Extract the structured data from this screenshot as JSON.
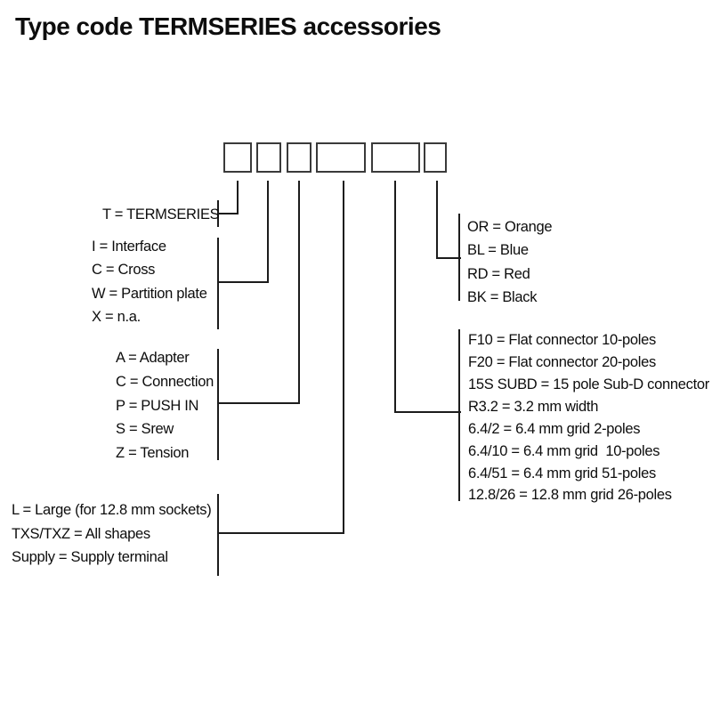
{
  "title": "Type code TERMSERIES accessories",
  "diagram": {
    "type": "type-code legend diagram",
    "code_positions": [
      "position-1",
      "position-2",
      "position-3",
      "position-4",
      "position-5",
      "position-6"
    ],
    "colors": {
      "background": "#ffffff",
      "text": "#0d0d0d",
      "line": "#1c1c1c",
      "box_border": "#3a3a3a"
    }
  },
  "legend": {
    "termseries": {
      "items": [
        "T = TERMSERIES"
      ]
    },
    "category": {
      "items": [
        "I = Interface",
        "C = Cross",
        "W = Partition plate",
        "X = n.a."
      ]
    },
    "connection": {
      "items": [
        "A = Adapter",
        "C = Connection",
        "P = PUSH IN",
        "S = Srew",
        "Z = Tension"
      ]
    },
    "shape": {
      "items": [
        "L = Large (for 12.8 mm sockets)",
        "TXS/TXZ = All shapes",
        "Supply = Supply terminal"
      ]
    },
    "color": {
      "items": [
        "OR = Orange",
        "BL = Blue",
        "RD = Red",
        "BK = Black"
      ]
    },
    "variant": {
      "items": [
        "F10 = Flat connector 10-poles",
        "F20 = Flat connector 20-poles",
        "15S SUBD = 15 pole Sub-D connector",
        "R3.2 = 3.2 mm width",
        "6.4/2 = 6.4 mm grid 2-poles",
        "6.4/10 = 6.4 mm grid  10-poles",
        "6.4/51 = 6.4 mm grid 51-poles",
        "12.8/26 = 12.8 mm grid 26-poles"
      ]
    }
  }
}
